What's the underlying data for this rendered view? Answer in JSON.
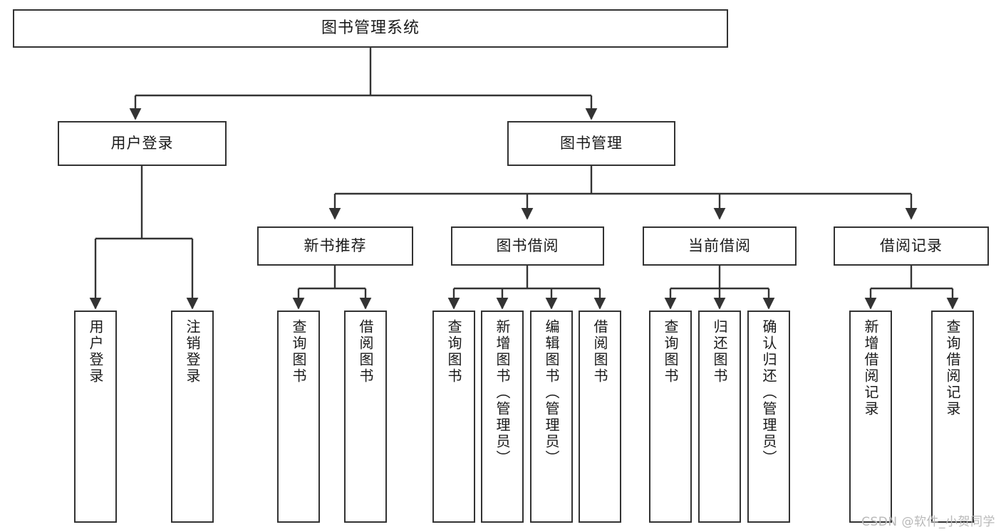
{
  "diagram": {
    "type": "tree",
    "title": "图书管理系统",
    "orientation": "top-down",
    "edge_color": "#333333",
    "node_border_color": "#333333",
    "node_fill_color": "#ffffff",
    "text_color": "#1a1a1a",
    "background_color": "#ffffff"
  },
  "nodes": {
    "root": {
      "label": "图书管理系统",
      "level": 1
    },
    "level2": [
      {
        "id": "user-login",
        "label": "用户登录"
      },
      {
        "id": "book-management",
        "label": "图书管理"
      }
    ],
    "level3": [
      {
        "id": "new-book-recommend",
        "label": "新书推荐",
        "parent": "book-management"
      },
      {
        "id": "book-borrow",
        "label": "图书借阅",
        "parent": "book-management"
      },
      {
        "id": "current-borrow",
        "label": "当前借阅",
        "parent": "book-management"
      },
      {
        "id": "borrow-record",
        "label": "借阅记录",
        "parent": "book-management"
      }
    ],
    "leaves": [
      {
        "id": "leaf-user-login",
        "label": "用户登录",
        "parent": "user-login"
      },
      {
        "id": "leaf-logout-login",
        "label": "注销登录",
        "parent": "user-login"
      },
      {
        "id": "leaf-query-book-1",
        "label": "查询图书",
        "parent": "new-book-recommend"
      },
      {
        "id": "leaf-borrow-book-1",
        "label": "借阅图书",
        "parent": "new-book-recommend"
      },
      {
        "id": "leaf-query-book-2",
        "label": "查询图书",
        "parent": "book-borrow"
      },
      {
        "id": "leaf-add-book",
        "label": "新增图书（管理员）",
        "parent": "book-borrow"
      },
      {
        "id": "leaf-edit-book",
        "label": "编辑图书（管理员）",
        "parent": "book-borrow"
      },
      {
        "id": "leaf-borrow-book-2",
        "label": "借阅图书",
        "parent": "book-borrow"
      },
      {
        "id": "leaf-query-book-3",
        "label": "查询图书",
        "parent": "current-borrow"
      },
      {
        "id": "leaf-return-book",
        "label": "归还图书",
        "parent": "current-borrow"
      },
      {
        "id": "leaf-confirm-return",
        "label": "确认归还（管理员）",
        "parent": "current-borrow"
      },
      {
        "id": "leaf-add-record",
        "label": "新增借阅记录",
        "parent": "borrow-record"
      },
      {
        "id": "leaf-query-record",
        "label": "查询借阅记录",
        "parent": "borrow-record"
      }
    ]
  },
  "watermark": {
    "text": "CSDN @软件_小贺同学"
  }
}
